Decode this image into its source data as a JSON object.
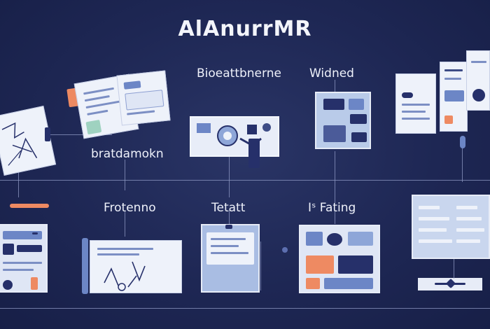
{
  "title": "AlAnurrMR",
  "labels": {
    "top_center": "Bioeattbnerne",
    "top_right": "Widned",
    "mid_left": "bratdamokn",
    "bottom_1": "Frotenno",
    "bottom_2": "Tetatt",
    "bottom_3": "Iˢ Fating"
  },
  "colors": {
    "background": "#1e2754",
    "line": "#8f9ac4",
    "accent_orange": "#ee8a62",
    "card_blue": "#6c86c6",
    "paper": "#eef2fa"
  },
  "icons": [
    "sketch-document-icon",
    "browser-window-icon",
    "robot-hand-icon",
    "picture-frame-icon",
    "stacked-documents-icon",
    "control-panel-icon",
    "slider-icon",
    "sticky-note-icon"
  ]
}
